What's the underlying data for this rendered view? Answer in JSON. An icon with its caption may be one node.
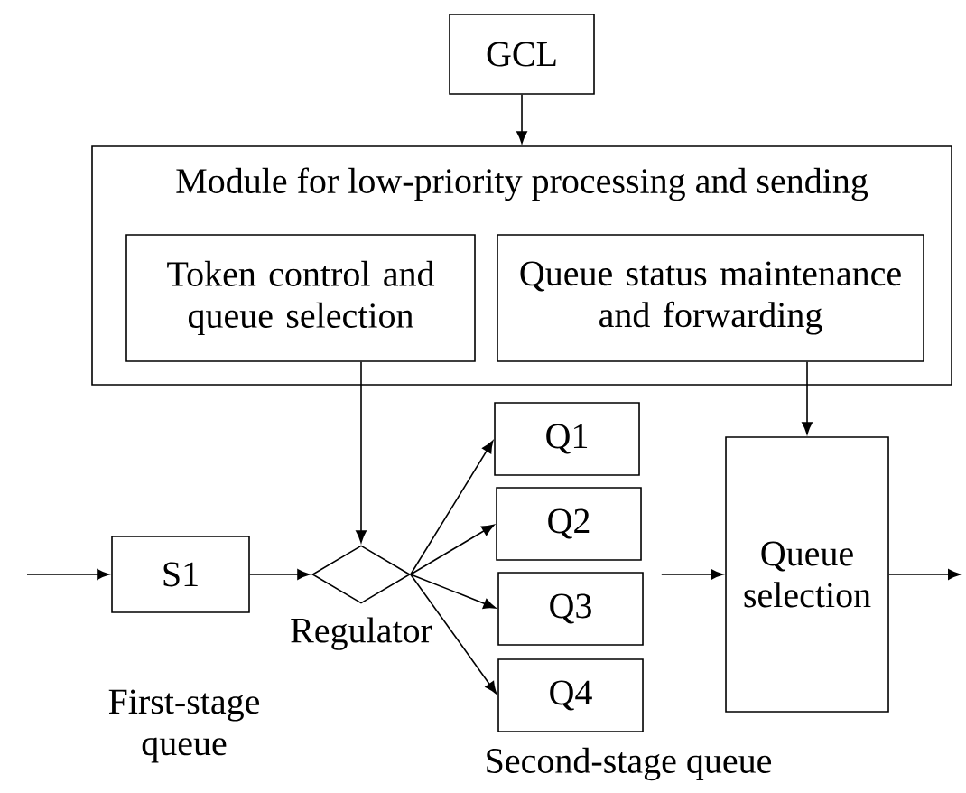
{
  "diagram": {
    "nodes": [
      {
        "text": [
          "GCL"
        ]
      },
      {
        "text": [
          "Module for low-priority processing and sending"
        ]
      },
      {
        "text": [
          "Token control and queue selection"
        ],
        "in": 1
      },
      {
        "text": [
          "Queue status maintenance and forwarding"
        ],
        "in": 1
      },
      {
        "text": [
          "S1"
        ]
      },
      {
        "text": [],
        "shape": "diamond",
        "beside": [
          "Regulator"
        ]
      },
      {
        "text": [
          "Q1"
        ]
      },
      {
        "text": [
          "Q2"
        ]
      },
      {
        "text": [
          "Q3"
        ]
      },
      {
        "text": [
          "Q4"
        ]
      },
      {
        "text": [
          "Queue selection"
        ]
      }
    ],
    "edges": [
      {
        "from": 0,
        "to": 1,
        "arrow": "to"
      },
      {
        "from": 2,
        "to": 5,
        "arrow": "to"
      },
      {
        "from": 3,
        "to": 10,
        "arrow": "to"
      },
      {
        "from": null,
        "to": 4,
        "arrow": "to"
      },
      {
        "from": 4,
        "to": 5,
        "arrow": "to"
      },
      {
        "from": 5,
        "to": 6,
        "arrow": "to"
      },
      {
        "from": 5,
        "to": 7,
        "arrow": "to"
      },
      {
        "from": 5,
        "to": 8,
        "arrow": "to"
      },
      {
        "from": 5,
        "to": 9,
        "arrow": "to"
      },
      {
        "from": 8,
        "to": 10,
        "arrow": "to"
      },
      {
        "from": 10,
        "to": null,
        "arrow": "to"
      }
    ],
    "labels": [
      "First-stage queue",
      "Second-stage queue"
    ]
  }
}
